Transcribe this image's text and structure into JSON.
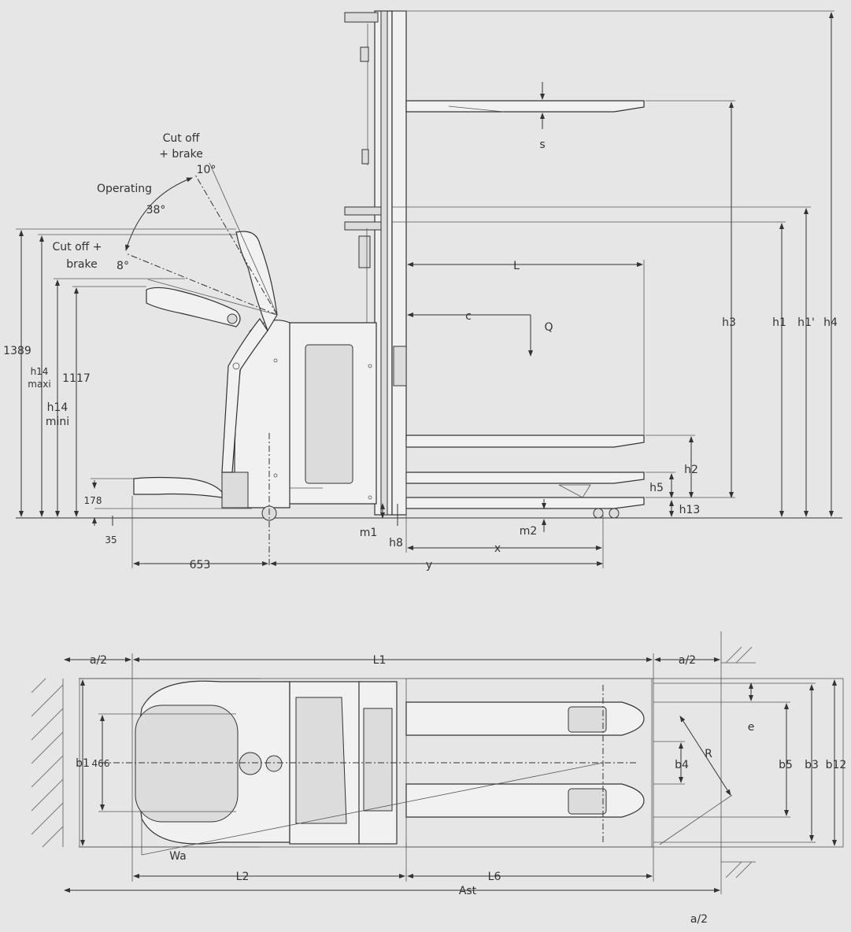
{
  "side_view": {
    "cutoff_brake_top": "Cut off",
    "cutoff_brake_top2": "+ brake",
    "angle_10": "10°",
    "operating": "Operating",
    "angle_38": "38°",
    "cutoff_brake_left": "Cut off +",
    "cutoff_brake_left2": "brake",
    "angle_8": "8°",
    "dim_1389": "1389",
    "h14_maxi_1": "h14",
    "h14_maxi_2": "maxi",
    "h14_mini_1": "h14",
    "h14_mini_2": "mini",
    "dim_1117": "1117",
    "dim_178": "178",
    "dim_35": "35",
    "dim_653": "653",
    "y": "y",
    "x": "x",
    "L": "L",
    "c": "c",
    "Q": "Q",
    "s": "s",
    "h1": "h1",
    "h1p": "h1'",
    "h2": "h2",
    "h3": "h3",
    "h4": "h4",
    "h5": "h5",
    "h8": "h8",
    "h13": "h13",
    "m1": "m1",
    "m2": "m2"
  },
  "top_view": {
    "a2_left": "a/2",
    "a2_right": "a/2",
    "a2_bottom": "a/2",
    "L1": "L1",
    "L2": "L2",
    "L6": "L6",
    "Ast": "Ast",
    "Wa": "Wa",
    "R": "R",
    "b1": "b1",
    "b3": "b3",
    "b4": "b4",
    "b5": "b5",
    "b12": "b12",
    "e": "e",
    "dim_466": "466"
  },
  "colors": {
    "background": "#e6e6e6",
    "line": "#333333"
  }
}
